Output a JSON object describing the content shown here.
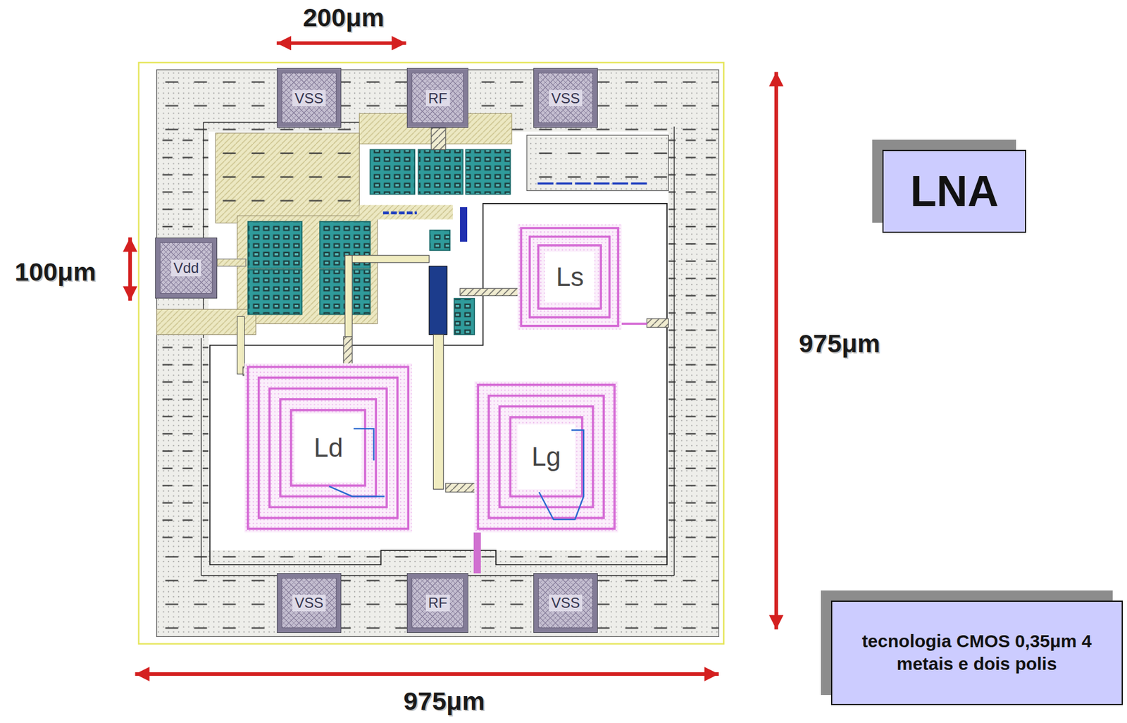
{
  "diagram": {
    "nodes": [
      {
        "text": [
          "VSS"
        ]
      },
      {
        "text": [
          "RF"
        ]
      },
      {
        "text": [
          "VSS"
        ]
      },
      {
        "text": [
          "Vdd"
        ]
      },
      {
        "text": [
          "VSS"
        ]
      },
      {
        "text": [
          "RF"
        ]
      },
      {
        "text": [
          "VSS"
        ]
      },
      {
        "text": [
          "LNA"
        ]
      },
      {
        "text": [
          "tecnologia CMOS 0,35μm 4 metais e dois polis"
        ]
      }
    ],
    "labels": [
      "200μm",
      "100μm",
      "975μm",
      "975μm",
      "Ls",
      "Ld",
      "Lg"
    ]
  }
}
